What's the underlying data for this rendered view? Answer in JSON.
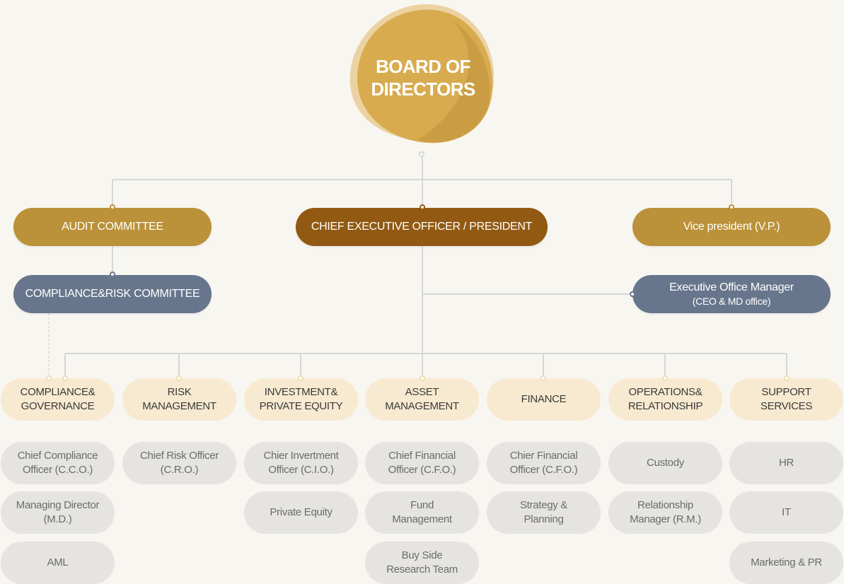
{
  "board": {
    "label_line1": "BOARD OF",
    "label_line2": "DIRECTORS"
  },
  "top_row": {
    "audit": "AUDIT COMMITTEE",
    "ceo": "CHIEF EXECUTIVE OFFICER / PRESIDENT",
    "vp": "Vice president (V.P.)"
  },
  "second_row": {
    "compliance_risk": "COMPLIANCE&RISK COMMITTEE",
    "exec_office_line1": "Executive Office Manager",
    "exec_office_line2": "(CEO & MD office)"
  },
  "departments": [
    {
      "line1": "COMPLIANCE&",
      "line2": "GOVERNANCE"
    },
    {
      "line1": "RISK",
      "line2": "MANAGEMENT"
    },
    {
      "line1": "INVESTMENT&",
      "line2": "PRIVATE EQUITY"
    },
    {
      "line1": "ASSET",
      "line2": "MANAGEMENT"
    },
    {
      "line1": "FINANCE",
      "line2": ""
    },
    {
      "line1": "OPERATIONS&",
      "line2": "RELATIONSHIP"
    },
    {
      "line1": "SUPPORT",
      "line2": "SERVICES"
    }
  ],
  "sub_roles": [
    [
      {
        "line1": "Chief Compliance",
        "line2": "Officer (C.C.O.)"
      },
      {
        "line1": "Managing Director",
        "line2": "(M.D.)"
      },
      {
        "line1": "AML",
        "line2": ""
      }
    ],
    [
      {
        "line1": "Chief Risk Officer",
        "line2": "(C.R.O.)"
      }
    ],
    [
      {
        "line1": "Chier Invertment",
        "line2": "Officer (C.I.O.)"
      },
      {
        "line1": "Private Equity",
        "line2": ""
      }
    ],
    [
      {
        "line1": "Chief Financial",
        "line2": "Officer (C.F.O.)"
      },
      {
        "line1": "Fund",
        "line2": "Management"
      },
      {
        "line1": "Buy Side",
        "line2": "Research Team"
      }
    ],
    [
      {
        "line1": "Chier Financial",
        "line2": "Officer (C.F.O.)"
      },
      {
        "line1": "Strategy &",
        "line2": "Planning"
      }
    ],
    [
      {
        "line1": "Custody",
        "line2": ""
      },
      {
        "line1": "Relationship",
        "line2": "Manager (R.M.)"
      }
    ],
    [
      {
        "line1": "HR",
        "line2": ""
      },
      {
        "line1": "IT",
        "line2": ""
      },
      {
        "line1": "Marketing & PR",
        "line2": ""
      }
    ]
  ],
  "colors": {
    "board_gold": "#d8ab4f",
    "gold": "#bb9139",
    "brown": "#925913",
    "slate": "#67768c",
    "dept_bg": "#f7ead1",
    "sub_bg": "#e5e4e1",
    "connector": "#d6d6d6"
  }
}
